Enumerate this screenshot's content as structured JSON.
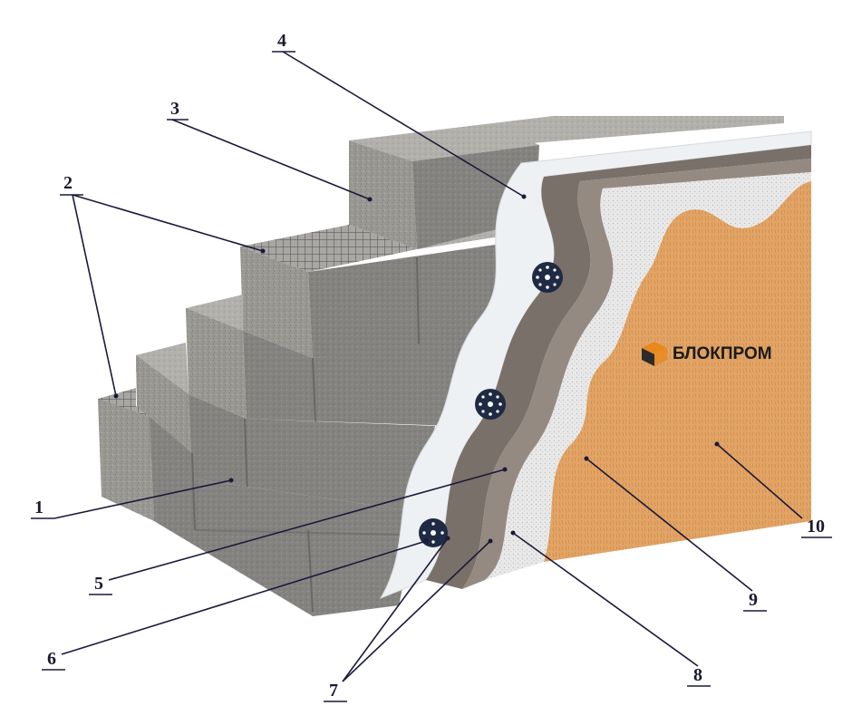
{
  "brand": {
    "name": "БЛОКПРОМ",
    "logo_icon": "blockprom-logo-icon",
    "logo_color": "#e8891e"
  },
  "colors": {
    "block": "#9a9893",
    "block_dark": "#7e7c78",
    "block_light": "#b3b1ac",
    "insulation": "#eef1f3",
    "adhesive": "#7a706a",
    "mesh_layer": "#8c827b",
    "primer": "#e6e6e6",
    "plaster": "#e3a566",
    "dowel": "#1f2a44"
  },
  "callouts": [
    {
      "id": "1",
      "label": "1"
    },
    {
      "id": "2",
      "label": "2"
    },
    {
      "id": "3",
      "label": "3"
    },
    {
      "id": "4",
      "label": "4"
    },
    {
      "id": "5",
      "label": "5"
    },
    {
      "id": "6",
      "label": "6"
    },
    {
      "id": "7",
      "label": "7"
    },
    {
      "id": "8",
      "label": "8"
    },
    {
      "id": "9",
      "label": "9"
    },
    {
      "id": "10",
      "label": "10"
    }
  ]
}
